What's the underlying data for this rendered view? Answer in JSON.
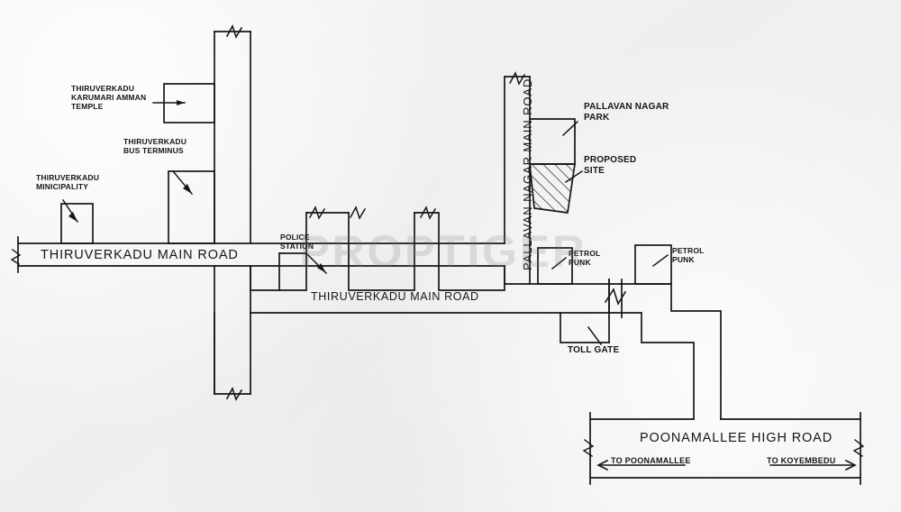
{
  "document": {
    "type": "location-map",
    "title": "Location Map",
    "watermark": "PROPTIGER",
    "background_color": "#f1f1f0",
    "ink_color": "#14161c"
  },
  "roads": {
    "thiruverkadu_main_road_upper": "THIRUVERKADU MAIN ROAD",
    "thiruverkadu_main_road_lower": "THIRUVERKADU MAIN ROAD",
    "pallavan_nagar_main_road": "PALLAVAN NAGAR MAIN ROAD",
    "poonamallee_high_road": "POONAMALLEE HIGH ROAD"
  },
  "landmarks": {
    "temple": "THIRUVERKADU\nKARUMARI AMMAN\nTEMPLE",
    "bus_terminus": "THIRUVERKADU\nBUS TERMINUS",
    "municipality": "THIRUVERKADU\nMINICIPALITY",
    "police_station": "POLICE\nSTATION",
    "pallavan_nagar_park": "PALLAVAN NAGAR\nPARK",
    "proposed_site": "PROPOSED\nSITE",
    "petrol_punk_left": "PETROL\nPUNK",
    "petrol_punk_right": "PETROL\nPUNK",
    "toll_gate": "TOLL GATE"
  },
  "directions": {
    "left": "TO POONAMALLEE",
    "right": "TO KOYEMBEDU"
  }
}
